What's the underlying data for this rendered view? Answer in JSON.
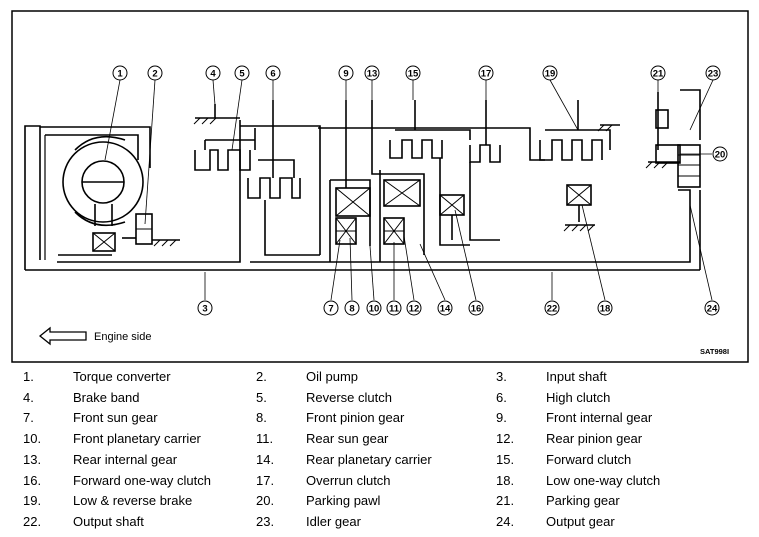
{
  "diagram": {
    "code": "SAT998I",
    "engine_side_label": "Engine side",
    "callouts": [
      "1",
      "2",
      "3",
      "4",
      "5",
      "6",
      "7",
      "8",
      "9",
      "10",
      "11",
      "12",
      "13",
      "14",
      "15",
      "16",
      "17",
      "18",
      "19",
      "20",
      "21",
      "22",
      "23",
      "24"
    ]
  },
  "legend": [
    {
      "num": "1.",
      "label": "Torque converter"
    },
    {
      "num": "2.",
      "label": "Oil pump"
    },
    {
      "num": "3.",
      "label": "Input shaft"
    },
    {
      "num": "4.",
      "label": "Brake band"
    },
    {
      "num": "5.",
      "label": "Reverse clutch"
    },
    {
      "num": "6.",
      "label": "High clutch"
    },
    {
      "num": "7.",
      "label": "Front sun gear"
    },
    {
      "num": "8.",
      "label": "Front pinion gear"
    },
    {
      "num": "9.",
      "label": "Front internal gear"
    },
    {
      "num": "10.",
      "label": "Front planetary carrier"
    },
    {
      "num": "11.",
      "label": "Rear sun gear"
    },
    {
      "num": "12.",
      "label": "Rear pinion gear"
    },
    {
      "num": "13.",
      "label": "Rear internal gear"
    },
    {
      "num": "14.",
      "label": "Rear planetary carrier"
    },
    {
      "num": "15.",
      "label": "Forward clutch"
    },
    {
      "num": "16.",
      "label": "Forward one-way clutch"
    },
    {
      "num": "17.",
      "label": "Overrun clutch"
    },
    {
      "num": "18.",
      "label": "Low one-way clutch"
    },
    {
      "num": "19.",
      "label": "Low & reverse brake"
    },
    {
      "num": "20.",
      "label": "Parking pawl"
    },
    {
      "num": "21.",
      "label": "Parking gear"
    },
    {
      "num": "22.",
      "label": "Output shaft"
    },
    {
      "num": "23.",
      "label": "Idler gear"
    },
    {
      "num": "24.",
      "label": "Output gear"
    }
  ]
}
